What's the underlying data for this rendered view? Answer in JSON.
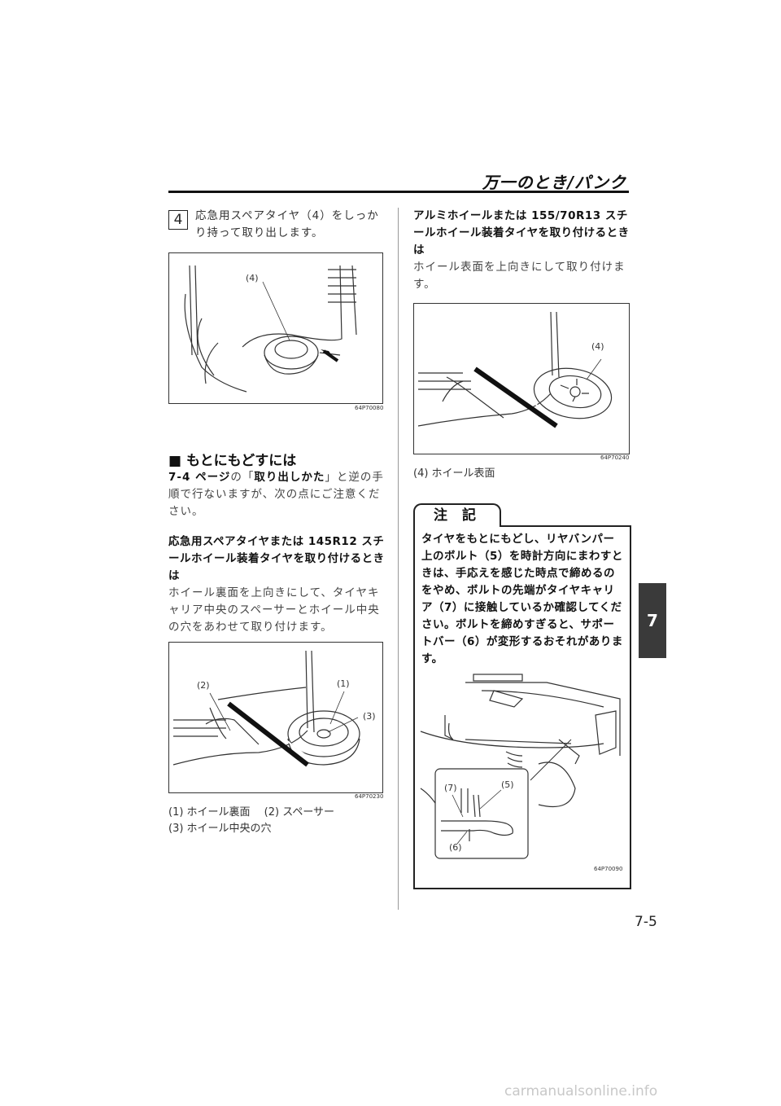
{
  "header": {
    "title": "万一のとき/パンク"
  },
  "chapter_tab": "7",
  "step": {
    "number": "4",
    "text": "応急用スペアタイヤ（4）をしっかり持って取り出します。"
  },
  "figures": {
    "fig1": {
      "code": "64P70080",
      "labels": [
        "(4)"
      ]
    },
    "fig2": {
      "code": "64P70230",
      "labels": [
        "(2)",
        "(1)",
        "(3)"
      ]
    },
    "fig3": {
      "code": "64P70240",
      "labels": [
        "(4)"
      ]
    },
    "fig4": {
      "code": "64P70090",
      "labels": [
        "(7)",
        "(5)",
        "(6)"
      ]
    }
  },
  "section": {
    "heading": "■ もとにもどすには",
    "intro_ref": "7-4 ページ",
    "intro_mid": "の「",
    "intro_link": "取り出しかた",
    "intro_rest": "」と逆の手順で行ないますが、次の点にご注意ください。"
  },
  "spare145": {
    "heading": "応急用スペアタイヤまたは 145R12 スチールホイール装着タイヤを取り付けるときは",
    "text": "ホイール裏面を上向きにして、タイヤキャリア中央のスペーサーとホイール中央の穴をあわせて取り付けます。",
    "caption_line1": "(1) ホイール裏面　 (2) スペーサー",
    "caption_line2": "(3) ホイール中央の穴"
  },
  "alloy155": {
    "heading": "アルミホイールまたは 155/70R13 スチールホイール装着タイヤを取り付けるときは",
    "text": "ホイール表面を上向きにして取り付けます。",
    "caption": "(4) ホイール表面"
  },
  "note": {
    "title": "注 記",
    "text": "タイヤをもとにもどし、リヤバンパー上のボルト（5）を時計方向にまわすときは、手応えを感じた時点で締めるのをやめ、ボルトの先端がタイヤキャリア（7）に接触しているか確認してください。ボルトを締めすぎると、サポートバー（6）が変形するおそれがあります。"
  },
  "page_number": "7-5",
  "watermark": "carmanualsonline.info"
}
